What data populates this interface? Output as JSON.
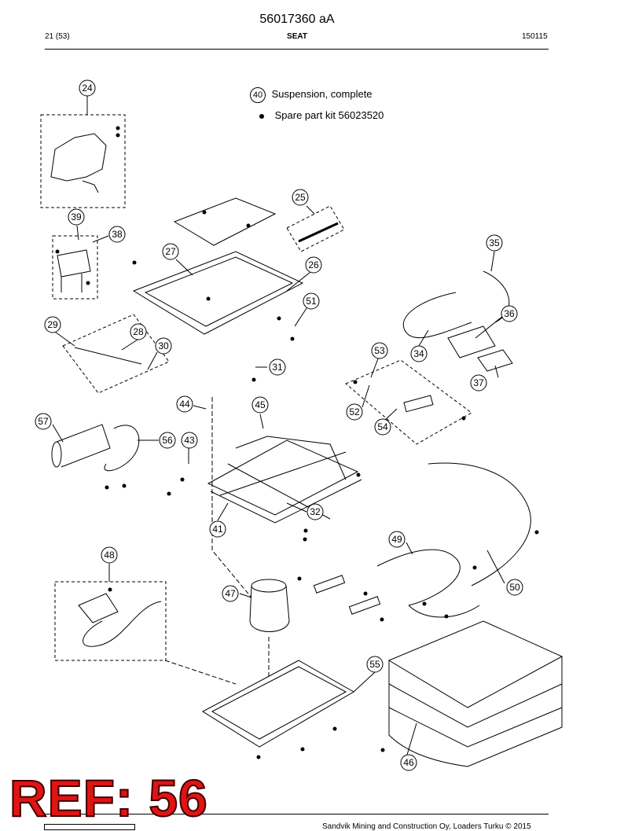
{
  "header": {
    "doc_number": "56017360 aA",
    "page_count": "21 (53)",
    "section_title": "SEAT",
    "date_code": "150115"
  },
  "legend": {
    "item_number": "40",
    "item_title": "Suspension, complete",
    "spare_part_kit": "Spare part kit 56023520"
  },
  "callouts": [
    "24",
    "25",
    "26",
    "27",
    "28",
    "29",
    "30",
    "31",
    "32",
    "34",
    "35",
    "36",
    "37",
    "38",
    "39",
    "41",
    "43",
    "44",
    "45",
    "46",
    "47",
    "48",
    "49",
    "50",
    "51",
    "52",
    "53",
    "54",
    "55",
    "56",
    "57"
  ],
  "footer": {
    "copyright": "Sandvik Mining and Construction Oy, Loaders Turku © 2015"
  },
  "stamp": {
    "ref_label": "REF: 56"
  }
}
